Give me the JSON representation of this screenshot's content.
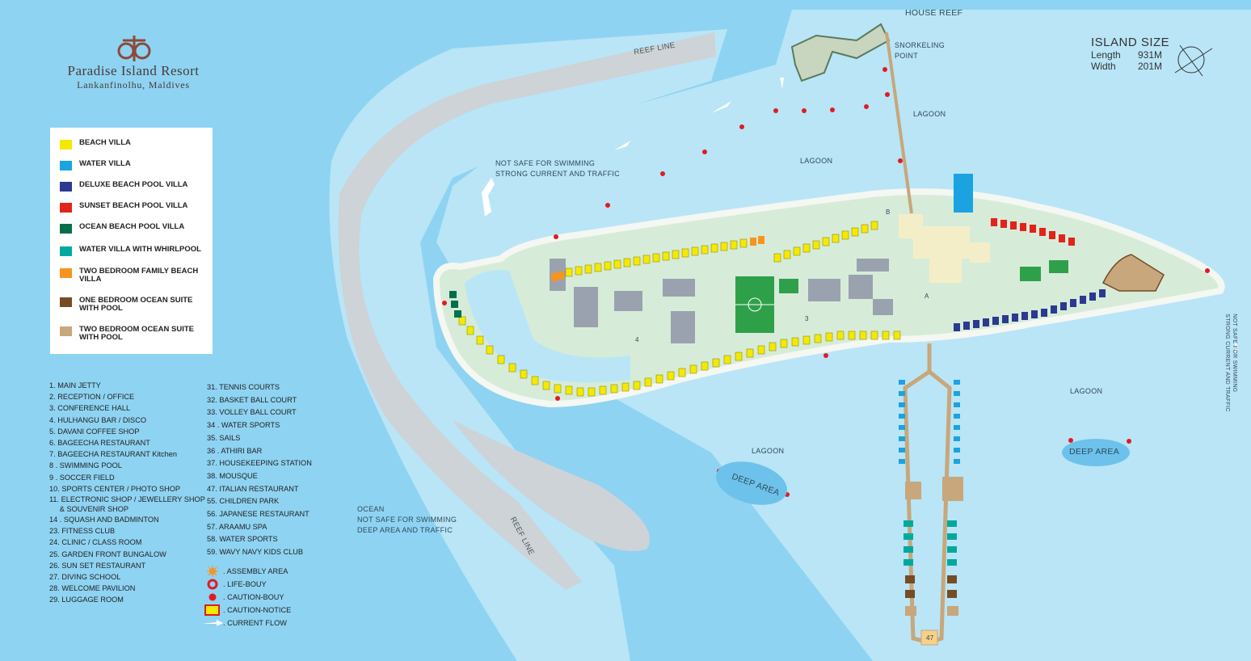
{
  "brand": {
    "name": "Paradise Island Resort",
    "location": "Lankanfinolhu, Maldives",
    "logo_icon": "resort-logo-icon"
  },
  "legend": [
    {
      "label": "BEACH VILLA",
      "color": "#f5e900"
    },
    {
      "label": "WATER VILLA",
      "color": "#1aa3e0"
    },
    {
      "label": "DELUXE BEACH POOL VILLA",
      "color": "#2b3990"
    },
    {
      "label": "SUNSET BEACH POOL VILLA",
      "color": "#e2231a"
    },
    {
      "label": "OCEAN BEACH POOL VILLA",
      "color": "#00704a"
    },
    {
      "label": "WATER VILLA WITH WHIRLPOOL",
      "color": "#00a99d"
    },
    {
      "label": "TWO BEDROOM FAMILY BEACH VILLA",
      "color": "#f7941d"
    },
    {
      "label": "ONE BEDROOM OCEAN SUITE WITH POOL",
      "color": "#754c24"
    },
    {
      "label": "TWO BEDROOM OCEAN SUITE WITH POOL",
      "color": "#c7a77b"
    }
  ],
  "key_left": [
    "1. MAIN JETTY",
    "2. RECEPTION / OFFICE",
    "3. CONFERENCE HALL",
    "4. HULHANGU BAR / DISCO",
    "5. DAVANI COFFEE SHOP",
    "6. BAGEECHA RESTAURANT",
    "7. BAGEECHA RESTAURANT  Kitchen",
    "8 . SWIMMING POOL",
    "9 . SOCCER FIELD",
    "10. SPORTS CENTER / PHOTO SHOP",
    "11. ELECTRONIC SHOP / JEWELLERY SHOP",
    "     & SOUVENIR SHOP",
    "14 . SQUASH AND BADMINTON",
    "23. FITNESS CLUB",
    "24. CLINIC / CLASS ROOM",
    "25. GARDEN FRONT BUNGALOW",
    "26. SUN SET RESTAURANT",
    "27. DIVING SCHOOL",
    "28. WELCOME PAVILION",
    "29. LUGGAGE ROOM"
  ],
  "key_right": [
    "31. TENNIS COURTS",
    "32. BASKET BALL COURT",
    "33. VOLLEY BALL COURT",
    "34 . WATER SPORTS",
    "35. SAILS",
    "36 . ATHIRI BAR",
    "37. HOUSEKEEPING STATION",
    "38. MOUSQUE",
    "47. ITALIAN RESTAURANT",
    "55. CHILDREN PARK",
    "56. JAPANESE RESTAURANT",
    "57. ARAAMU SPA",
    "58. WATER SPORTS",
    "59. WAVY NAVY KIDS CLUB"
  ],
  "symbols": [
    {
      "label": ". ASSEMBLY AREA",
      "icon": "assembly-area-icon"
    },
    {
      "label": ". LIFE-BOUY",
      "icon": "life-buoy-icon"
    },
    {
      "label": ". CAUTION-BOUY",
      "icon": "caution-buoy-icon"
    },
    {
      "label": ". CAUTION-NOTICE",
      "icon": "caution-notice-icon"
    },
    {
      "label": ". CURRENT FLOW",
      "icon": "current-flow-icon"
    }
  ],
  "island_size": {
    "title": "ISLAND SIZE",
    "length_label": "Length",
    "length_value": "931M",
    "width_label": "Width",
    "width_value": "201M",
    "compass_icon": "compass-icon"
  },
  "map_labels": {
    "house_reef": "HOUSE REEF",
    "snorkeling_1": "SNORKELING",
    "snorkeling_2": "POINT",
    "lagoon": "LAGOON",
    "reef_line": "REEF LINE",
    "not_safe_1": "NOT SAFE FOR SWIMMING",
    "not_safe_2": "STRONG CURRENT AND TRAFFIC",
    "ocean_1": "OCEAN",
    "ocean_2": "NOT SAFE FOR SWIMMING",
    "ocean_3": "DEEP AREA AND TRAFFIC",
    "deep_area": "DEEP AREA",
    "right_warning_1": "NOT SAFE FOR SWIMMING",
    "right_warning_2": "STRONG CURRENT AND TRAFFIC",
    "jetty_no": "47",
    "point_a": "A",
    "point_b": "B",
    "point_3": "3",
    "point_4": "4"
  },
  "colors": {
    "ocean": "#8ed3f2",
    "lagoon": "#b9e5f7",
    "reef": "#cdd3d6",
    "island": "#d6ecd8",
    "field": "#2fa04a",
    "building": "#9aa2b0",
    "buoy": "#e01b24"
  }
}
